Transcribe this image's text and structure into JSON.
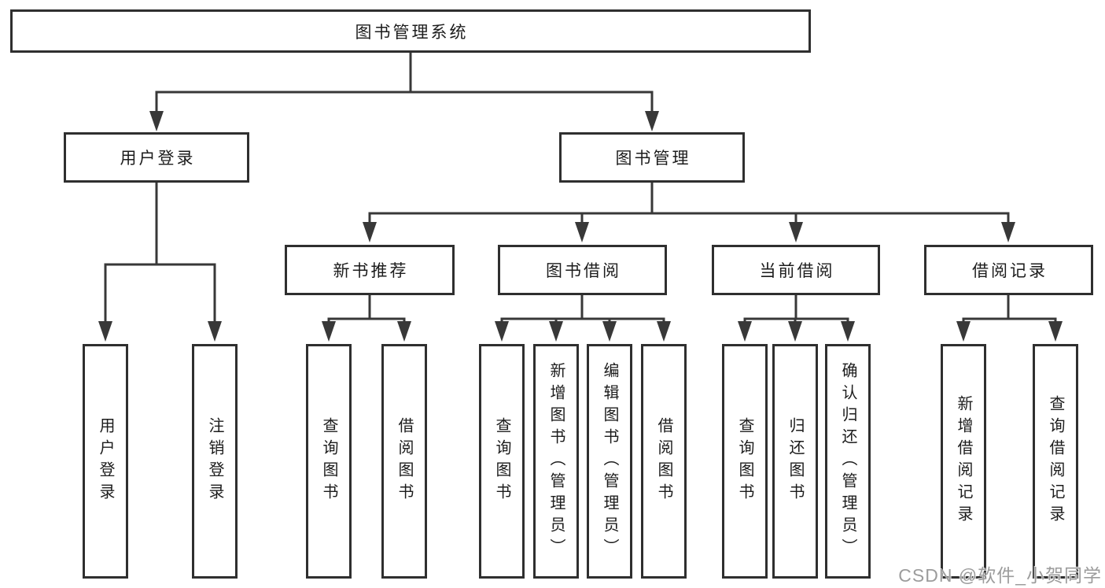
{
  "diagram": {
    "root": {
      "label": "图书管理系统"
    },
    "level2": [
      {
        "label": "用户登录",
        "children": [
          "用户登录",
          "注销登录"
        ]
      },
      {
        "label": "图书管理"
      }
    ],
    "level3": [
      {
        "label": "新书推荐",
        "children": [
          "查询图书",
          "借阅图书"
        ]
      },
      {
        "label": "图书借阅",
        "children": [
          "查询图书",
          "新增图书（管理员）",
          "编辑图书（管理员）",
          "借阅图书"
        ]
      },
      {
        "label": "当前借阅",
        "children": [
          "查询图书",
          "归还图书",
          "确认归还（管理员）"
        ]
      },
      {
        "label": "借阅记录",
        "children": [
          "新增借阅记录",
          "查询借阅记录"
        ]
      }
    ],
    "watermark": "CSDN @软件_小贺同学",
    "colors": {
      "line": "#383838",
      "border": "#2f2f2f",
      "text": "#1c1c1c",
      "background": "#ffffff",
      "watermark": "#9c9c9c"
    }
  }
}
